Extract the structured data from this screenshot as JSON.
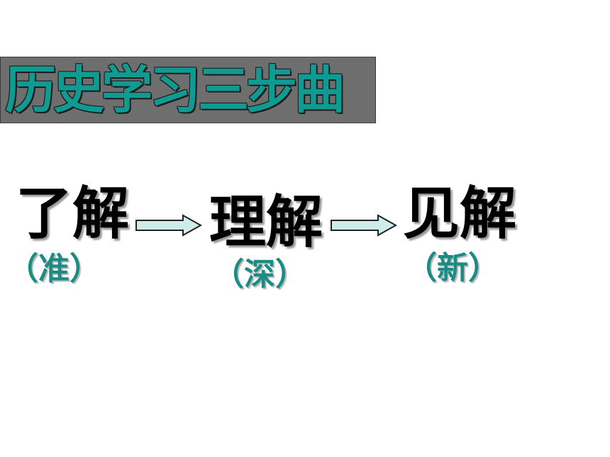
{
  "title": "历史学习三步曲",
  "steps": [
    {
      "label": "了解",
      "note": "（准）"
    },
    {
      "label": "理解",
      "note": "（深）"
    },
    {
      "label": "见解",
      "note": "（新）"
    }
  ],
  "colors": {
    "title_text": "#0f9a92",
    "title_background": "#6e6e6e",
    "note_text": "#1a8c84",
    "arrow_fill": "#cdecea",
    "arrow_stroke": "#222222"
  },
  "icons": {
    "arrow": "right-arrow-icon"
  }
}
